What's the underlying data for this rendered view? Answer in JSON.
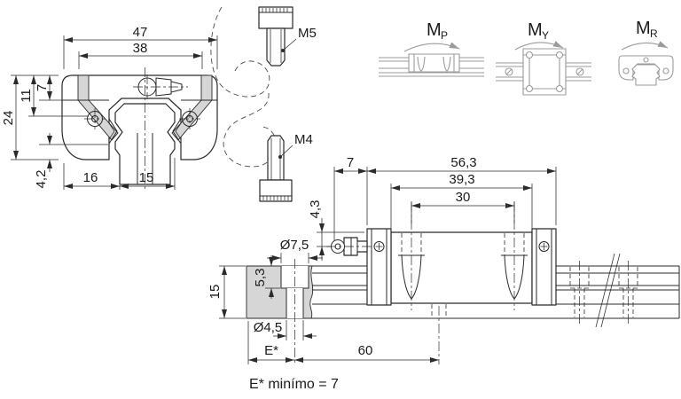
{
  "front_view": {
    "dims": {
      "width_total": "47",
      "width_inner": "38",
      "height_total": "24",
      "height_upper": "11",
      "height_flange": "7",
      "height_clearance": "4,2",
      "offset_left": "16",
      "rail_width": "15"
    }
  },
  "bolts": {
    "top": "M5",
    "bottom": "M4"
  },
  "moments": {
    "pitch": {
      "main": "M",
      "sub": "P"
    },
    "yaw": {
      "main": "M",
      "sub": "Y"
    },
    "roll": {
      "main": "M",
      "sub": "R"
    }
  },
  "side_view": {
    "dims": {
      "nipple_length": "7",
      "length_total": "56,3",
      "length_body": "39,3",
      "hole_spacing": "30",
      "nipple_offset": "4,3",
      "counterbore_dia": "Ø7,5",
      "counterbore_depth": "5,3",
      "rail_height": "15",
      "hole_dia": "Ø4,5",
      "end_distance": "E*",
      "rail_hole_pitch": "60"
    }
  },
  "note": {
    "min_distance": "E* minímo = 7"
  },
  "colors": {
    "line": "#2a2a2a",
    "light_line": "#9b9b9b",
    "section_gray": "#d6d6d6"
  }
}
